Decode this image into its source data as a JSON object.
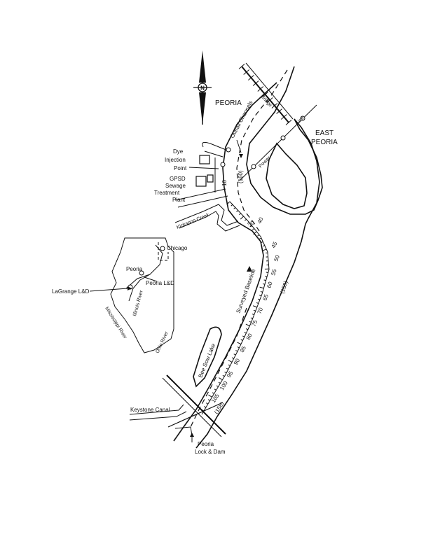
{
  "map": {
    "north_label": "N",
    "cities": {
      "peoria": "PEORIA",
      "east_peoria_line1": "EAST",
      "east_peoria_line2": "PEORIA"
    },
    "features": {
      "outfall_channels": "Outfall Channels",
      "dye_injection_point": [
        "Dye",
        "Injection",
        "Point"
      ],
      "sewage_plant": [
        "GPSD",
        "Sewage",
        "Treatment",
        "Plant"
      ],
      "kickapoo_creek": "Kickapoo Creek",
      "bee_sow_lake": "Bee Sow Lake",
      "keystone_canal": "Keystone Canal",
      "lock_and_dam": [
        "Peoria",
        "Lock & Dam"
      ],
      "surveyed_baseline": "Surveyed Baseline",
      "bridge": "Bridge",
      "power_line": "Power",
      "line": "Line"
    },
    "station_labels": [
      "10",
      "(160)",
      "30",
      "40",
      "45",
      "50",
      "55",
      "60",
      "65",
      "70",
      "75",
      "80",
      "85",
      "90",
      "95",
      "100",
      "105",
      "(159)",
      "(158)"
    ],
    "inset": {
      "chicago": "Chicago",
      "peoria": "Peoria",
      "peoria_lbd": "Peoria L&D",
      "lagrange_lbd": "LaGrange L&D",
      "illinois_river": "Illinois River",
      "mississippi_river": "Mississippi River",
      "ohio_river": "Ohio River"
    }
  }
}
